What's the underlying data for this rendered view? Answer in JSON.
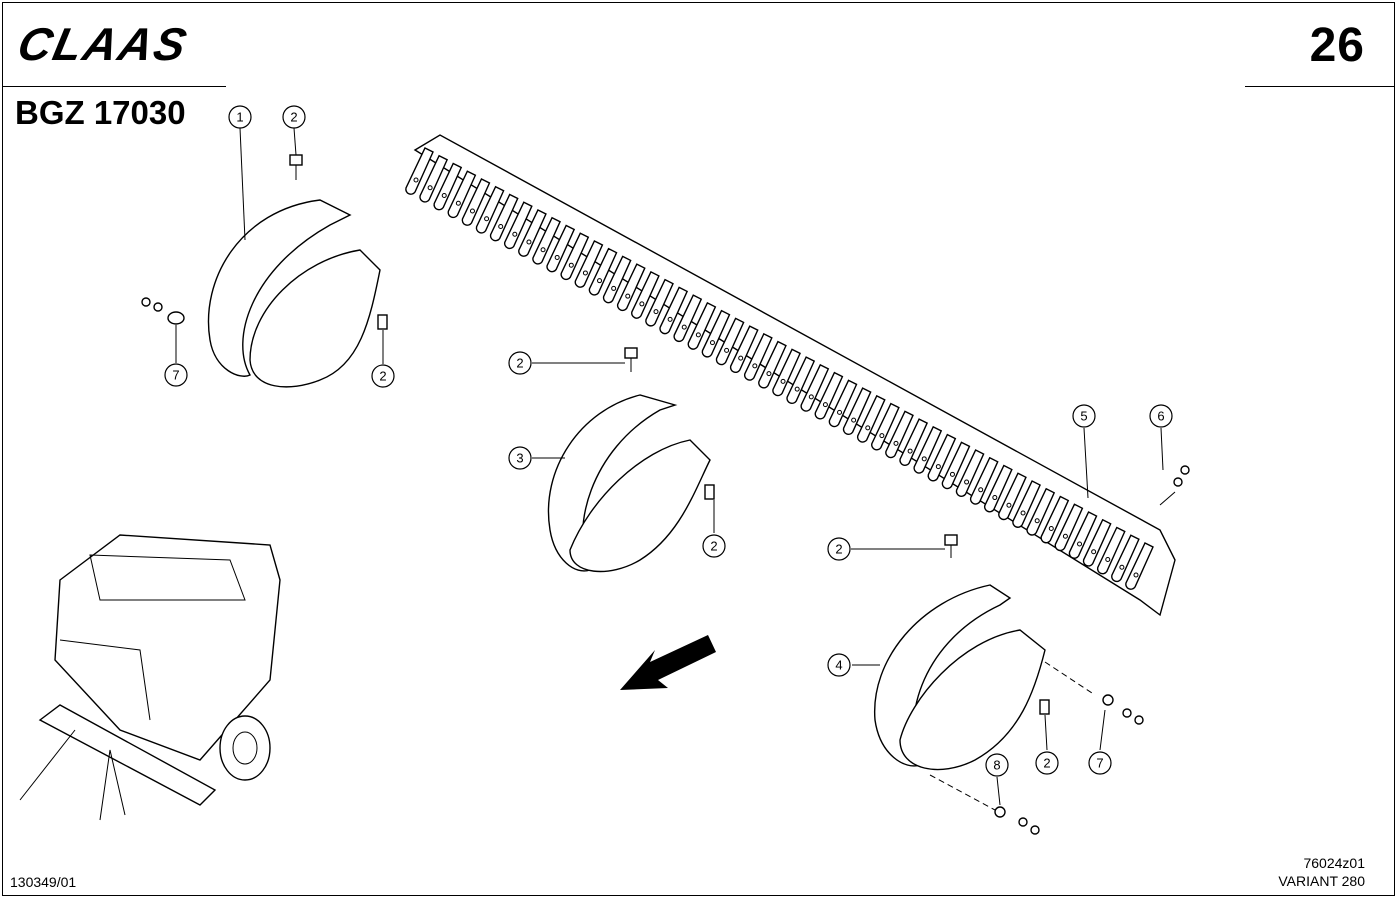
{
  "brand": {
    "logo_text": "CLAAS"
  },
  "header": {
    "page_number": "26",
    "doc_code": "BGZ 17030"
  },
  "callouts": [
    "1",
    "2",
    "3",
    "4",
    "5",
    "6",
    "7",
    "8"
  ],
  "footer": {
    "left_code": "130349/01",
    "right_code": "76024z01",
    "variant": "VARIANT 280"
  },
  "colors": {
    "line": "#000000",
    "background": "#ffffff"
  }
}
